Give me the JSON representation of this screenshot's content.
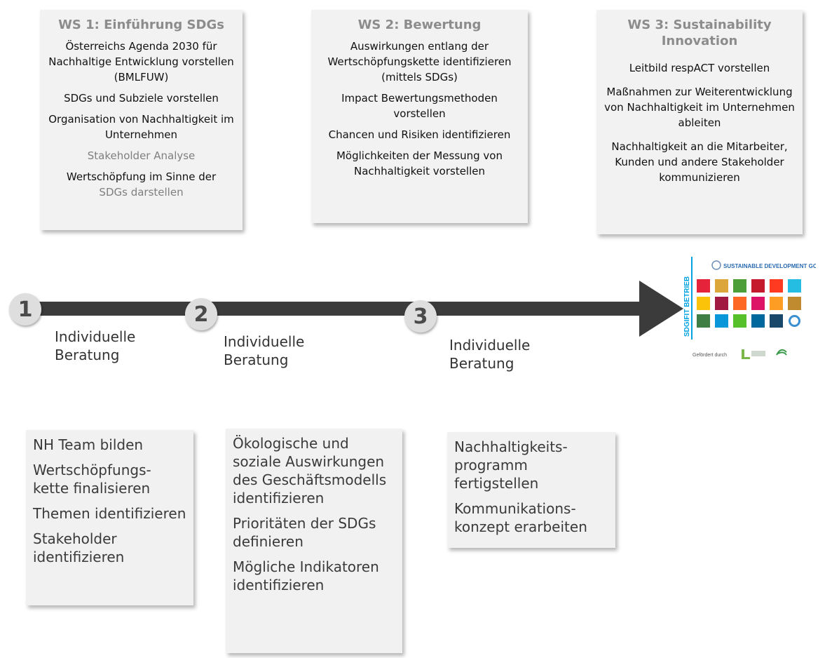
{
  "workshops": [
    {
      "title": "WS 1: Einführung SDGs",
      "items": [
        {
          "text": "Österreichs Agenda 2030 für Nachhaltige Entwicklung vorstellen (BMLFUW)",
          "muted": false
        },
        {
          "text": "SDGs und Subziele vorstellen",
          "muted": false
        },
        {
          "text": "Organisation von Nachhaltigkeit im Unternehmen",
          "muted": false
        },
        {
          "text": "Stakeholder Analyse",
          "muted": true
        },
        {
          "text": "Wertschöpfung im Sinne der",
          "muted": false
        },
        {
          "text": "SDGs darstellen",
          "muted": true
        }
      ]
    },
    {
      "title": "WS 2: Bewertung",
      "items": [
        {
          "text": "Auswirkungen entlang der Wertschöpfungskette identifizieren (mittels SDGs)",
          "muted": false
        },
        {
          "text": "Impact Bewertungsmethoden vorstellen",
          "muted": false
        },
        {
          "text": "Chancen und Risiken identifizieren",
          "muted": false
        },
        {
          "text": "Möglichkeiten der Messung von Nachhaltigkeit vorstellen",
          "muted": false
        }
      ]
    },
    {
      "title": "WS 3: Sustainability Innovation",
      "items": [
        {
          "text": "Leitbild respACT vorstellen",
          "muted": false
        },
        {
          "text": "Maßnahmen zur Weiterentwicklung von Nachhaltigkeit im Unternehmen ableiten",
          "muted": false
        },
        {
          "text": "Nachhaltigkeit an die Mitarbeiter, Kunden und andere Stakeholder kommunizieren",
          "muted": false
        }
      ]
    }
  ],
  "steps": [
    {
      "number": "1",
      "label": "Individuelle Beratung"
    },
    {
      "number": "2",
      "label": "Individuelle Beratung"
    },
    {
      "number": "3",
      "label": "Individuelle Beratung"
    }
  ],
  "tasks": [
    [
      "NH Team bilden",
      "Wertschöpfungs-kette finalisieren",
      "Themen identifizieren",
      "Stakeholder identifizieren"
    ],
    [
      "Ökologische und soziale Auswirkungen des Geschäftsmodells identifizieren",
      "Prioritäten der SDGs definieren",
      "Mögliche Indikatoren identifizieren"
    ],
    [
      "Nachhaltigkeits-programm fertigstellen",
      "Kommunikations-konzept erarbeiten"
    ]
  ],
  "sdg_panel": {
    "vertical_label": "SDGIFIT BETRIEB",
    "goals_logo": "SUSTAINABLE DEVELOPMENT GOALS",
    "funded_by": "Gefördert durch",
    "tile_colors": [
      "#e5243b",
      "#dda63a",
      "#4c9f38",
      "#c5192d",
      "#ff3a21",
      "#26bde2",
      "#fcc30b",
      "#a21942",
      "#fd6925",
      "#dd1367",
      "#fd9d24",
      "#bf8b2e",
      "#3f7e44",
      "#0a97d9",
      "#56c02b",
      "#00689d",
      "#19486a"
    ],
    "frame_color": "#00a3e0"
  },
  "colors": {
    "arrow": "#3b3b3b",
    "box_bg": "#f2f2f2",
    "title_grey": "#8c8c8c"
  }
}
